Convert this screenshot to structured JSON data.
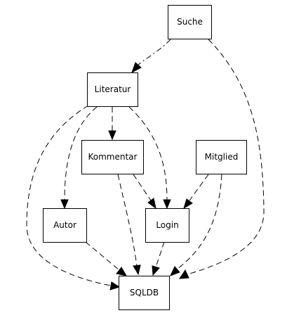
{
  "diagram": {
    "nodes": [
      {
        "id": "suche",
        "label": "Suche"
      },
      {
        "id": "literatur",
        "label": "Literatur"
      },
      {
        "id": "kommentar",
        "label": "Kommentar"
      },
      {
        "id": "mitglied",
        "label": "Mitglied"
      },
      {
        "id": "autor",
        "label": "Autor"
      },
      {
        "id": "login",
        "label": "Login"
      },
      {
        "id": "sqldb",
        "label": "SQLDB"
      }
    ],
    "edges": [
      {
        "from": "suche",
        "to": "literatur",
        "style": "dashdot"
      },
      {
        "from": "suche",
        "to": "sqldb",
        "style": "dashed"
      },
      {
        "from": "literatur",
        "to": "kommentar",
        "style": "dashed"
      },
      {
        "from": "literatur",
        "to": "autor",
        "style": "dashed"
      },
      {
        "from": "literatur",
        "to": "login",
        "style": "dashed"
      },
      {
        "from": "literatur",
        "to": "sqldb",
        "style": "dashed"
      },
      {
        "from": "kommentar",
        "to": "login",
        "style": "dashed"
      },
      {
        "from": "kommentar",
        "to": "sqldb",
        "style": "dashed"
      },
      {
        "from": "mitglied",
        "to": "login",
        "style": "dashed"
      },
      {
        "from": "mitglied",
        "to": "sqldb",
        "style": "dashed"
      },
      {
        "from": "autor",
        "to": "sqldb",
        "style": "dashed"
      },
      {
        "from": "login",
        "to": "sqldb",
        "style": "dashed"
      }
    ]
  }
}
